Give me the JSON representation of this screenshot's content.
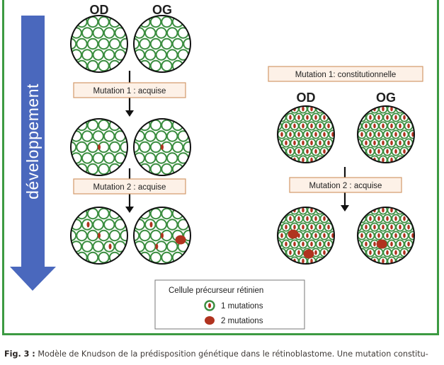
{
  "axis": {
    "label": "développement"
  },
  "eyes": {
    "left": "OD",
    "right": "OG"
  },
  "left_panel": {
    "mutation1": "Mutation 1 : acquise",
    "mutation2": "Mutation 2 : acquise"
  },
  "right_panel": {
    "mutation1": "Mutation 1: constitutionnelle",
    "mutation2": "Mutation 2 : acquise"
  },
  "legend": {
    "title": "Cellule précurseur rétinien",
    "one_mutation": "1 mutations",
    "two_mutations": "2 mutations"
  },
  "caption": {
    "label": "Fig. 3 :",
    "text": "Modèle de Knudson de la prédisposition génétique dans le rétinoblastome. Une mutation constitu-"
  },
  "colors": {
    "frame": "#3c9a42",
    "cell_ring": "#3a8d3f",
    "mutation": "#b0331f",
    "arrow": "#4a68bd",
    "box_fill": "#fdf1e7",
    "box_border": "#d39a6a"
  }
}
